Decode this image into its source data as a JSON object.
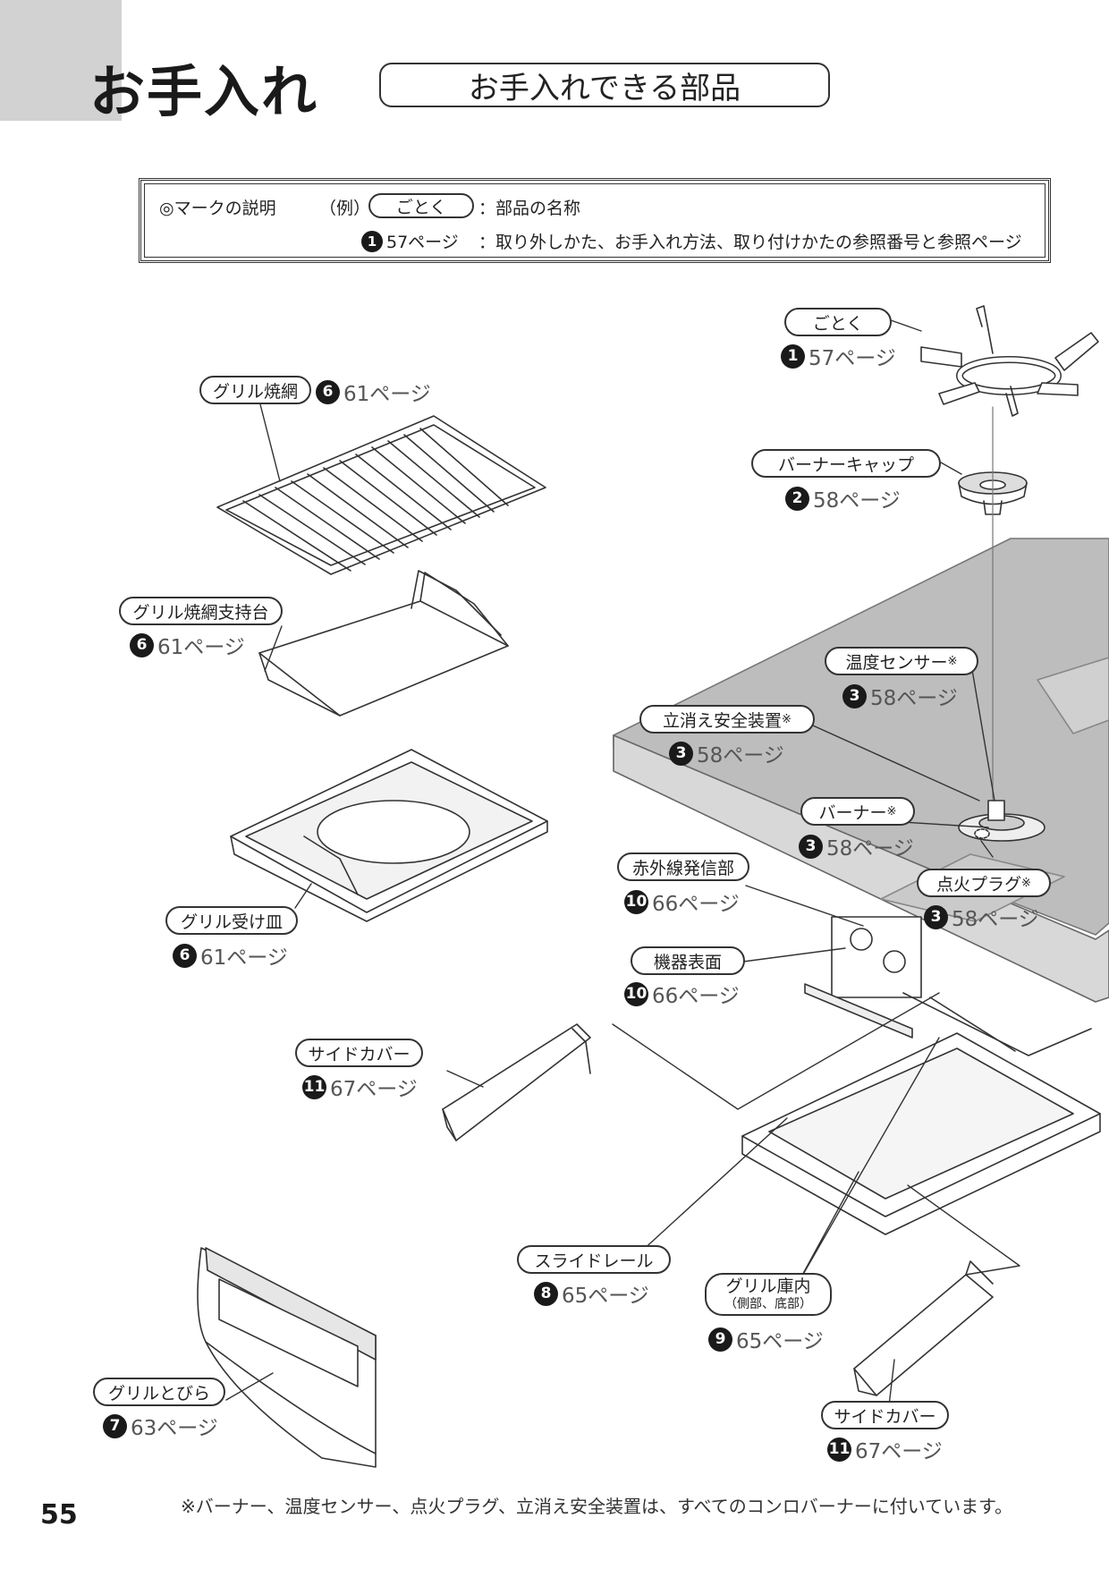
{
  "header": {
    "title": "お手入れ",
    "section": "お手入れできる部品"
  },
  "legend": {
    "heading": "◎マークの説明",
    "example": "（例）",
    "example_pill": "ごとく",
    "pill_desc": "：部品の名称",
    "example_num": "1",
    "example_page": "57ページ",
    "num_desc": "：取り外しかた、お手入れ方法、取り付けかたの参照番号と参照ページ"
  },
  "parts": [
    {
      "id": "gotoku",
      "name": "ごとく",
      "num": "1",
      "page": "57ページ"
    },
    {
      "id": "burner-cap",
      "name": "バーナーキャップ",
      "num": "2",
      "page": "58ページ"
    },
    {
      "id": "grill-net",
      "name": "グリル焼網",
      "num": "6",
      "page": "61ページ"
    },
    {
      "id": "grill-net-stand",
      "name": "グリル焼網支持台",
      "num": "6",
      "page": "61ページ"
    },
    {
      "id": "temp-sensor",
      "name": "温度センサー",
      "mark": "※",
      "num": "3",
      "page": "58ページ"
    },
    {
      "id": "flame-safety",
      "name": "立消え安全装置",
      "mark": "※",
      "num": "3",
      "page": "58ページ"
    },
    {
      "id": "burner",
      "name": "バーナー",
      "mark": "※",
      "num": "3",
      "page": "58ページ"
    },
    {
      "id": "igniter",
      "name": "点火プラグ",
      "mark": "※",
      "num": "3",
      "page": "58ページ"
    },
    {
      "id": "ir-emitter",
      "name": "赤外線発信部",
      "num": "10",
      "page": "66ページ"
    },
    {
      "id": "grill-tray",
      "name": "グリル受け皿",
      "num": "6",
      "page": "61ページ"
    },
    {
      "id": "surface",
      "name": "機器表面",
      "num": "10",
      "page": "66ページ"
    },
    {
      "id": "side-cover-left",
      "name": "サイドカバー",
      "num": "11",
      "page": "67ページ"
    },
    {
      "id": "slide-rail",
      "name": "スライドレール",
      "num": "8",
      "page": "65ページ"
    },
    {
      "id": "grill-interior",
      "name": "グリル庫内",
      "sub": "（側部、底部）",
      "num": "9",
      "page": "65ページ"
    },
    {
      "id": "grill-door",
      "name": "グリルとびら",
      "num": "7",
      "page": "63ページ"
    },
    {
      "id": "side-cover-right",
      "name": "サイドカバー",
      "num": "11",
      "page": "67ページ"
    }
  ],
  "page_number": "55",
  "footnote": "※バーナー、温度センサー、点火プラグ、立消え安全装置は、すべてのコンロバーナーに付いています。"
}
